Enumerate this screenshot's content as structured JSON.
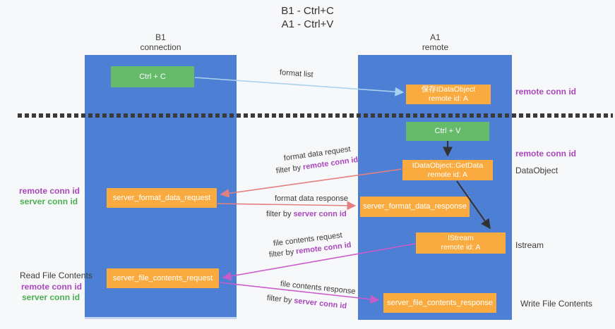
{
  "title": {
    "line1": "B1 - Ctrl+C",
    "line2": "A1 - Ctrl+V"
  },
  "lanes": {
    "left": {
      "name": "B1",
      "role": "connection"
    },
    "right": {
      "name": "A1",
      "role": "remote"
    }
  },
  "nodes": {
    "ctrl_c": {
      "label": "Ctrl + C"
    },
    "save_dataobject": {
      "title": "保存IDataObject",
      "subtitle": "remote id: A"
    },
    "ctrl_v": {
      "label": "Ctrl + V"
    },
    "getdata": {
      "title": "IDataObject::GetData",
      "subtitle": "remote id: A"
    },
    "server_format_data_request": {
      "label": "server_format_data_request"
    },
    "server_format_data_response": {
      "label": "server_format_data_response"
    },
    "istream": {
      "title": "IStream",
      "subtitle": "remote id: A"
    },
    "server_file_contents_request": {
      "label": "server_file_contents_request"
    },
    "server_file_contents_response": {
      "label": "server_file_contents_response"
    }
  },
  "edges": {
    "format_list": {
      "label": "format list"
    },
    "format_data_request": {
      "label": "format data request",
      "filter_prefix": "filter by",
      "filter_key": "remote conn id"
    },
    "format_data_response": {
      "label": "format data response",
      "filter_prefix": "filter by",
      "filter_key": "server conn id"
    },
    "file_contents_request": {
      "label": "file contents request",
      "filter_prefix": "filter by",
      "filter_key": "remote conn id"
    },
    "file_contents_response": {
      "label": "file contents response",
      "filter_prefix": "filter by",
      "filter_key": "server conn id"
    }
  },
  "annotations": {
    "remote_conn_id_top_right": "remote conn id",
    "remote_conn_id_mid_right": "remote conn id",
    "dataobject": "DataObject",
    "istream": "Istream",
    "write_file_contents": "Write File Contents",
    "read_file_contents": "Read File Contents",
    "left_mid": {
      "remote": "remote conn id",
      "server": "server conn id"
    },
    "left_bottom": {
      "remote": "remote conn id",
      "server": "server conn id"
    }
  },
  "colors": {
    "lane_blue": "#4d80d4",
    "node_green": "#66bb6a",
    "node_orange": "#f9ab40",
    "remote_conn_purple": "#ab47bc",
    "server_conn_green": "#4caf50",
    "arrow_salmon": "#e57f7f",
    "arrow_magenta": "#cb5acb",
    "arrow_lightblue": "#a8d3f0",
    "arrow_black": "#333333",
    "dash_line": "#3a3a3a",
    "background": "#f7f8f9",
    "text_dark": "#3b3b3b"
  }
}
